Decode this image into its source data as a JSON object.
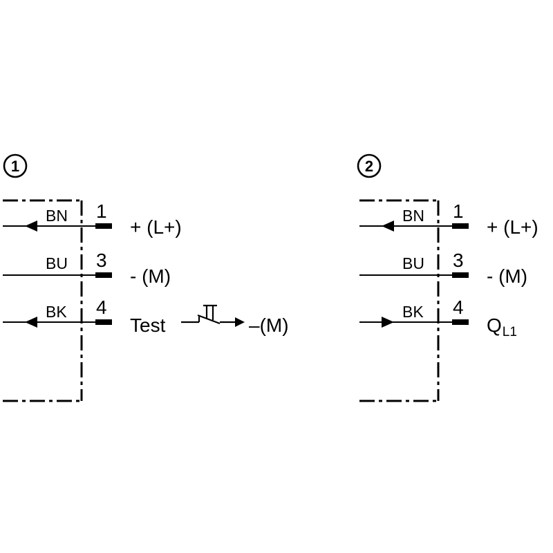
{
  "diagram_1": {
    "badge": "1",
    "wires": {
      "brown": "BN",
      "blue": "BU",
      "black": "BK"
    },
    "pins": {
      "supply": "1",
      "ground": "3",
      "test": "4"
    },
    "signals": {
      "supply": "+ (L+)",
      "ground": "- (M)",
      "test": "Test",
      "switch_target": "–(M)"
    }
  },
  "diagram_2": {
    "badge": "2",
    "wires": {
      "brown": "BN",
      "blue": "BU",
      "black": "BK"
    },
    "pins": {
      "supply": "1",
      "ground": "3",
      "output": "4"
    },
    "signals": {
      "supply": "+ (L+)",
      "ground": "- (M)",
      "output_main": "Q",
      "output_sub": "L1"
    }
  },
  "colors": {
    "ink": "#000000",
    "background": "#ffffff"
  }
}
